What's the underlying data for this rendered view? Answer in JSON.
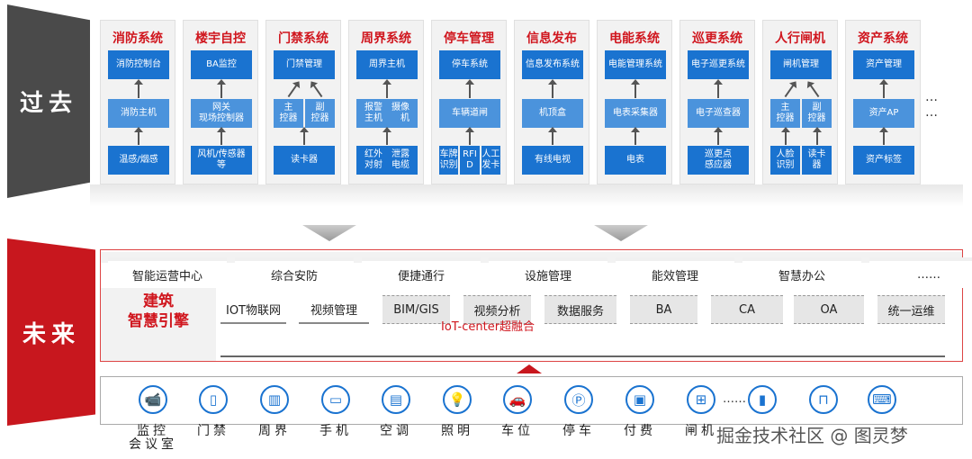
{
  "past_label": "过去",
  "future_label": "未来",
  "legacy_systems": [
    {
      "title": "消防系统",
      "top": "消防控制台",
      "mid": [
        "消防主机"
      ],
      "bottom": [
        "温感/烟感"
      ]
    },
    {
      "title": "楼宇自控",
      "top": "BA监控",
      "mid": [
        "网关\n现场控制器"
      ],
      "bottom": [
        "风机/传感器\n等"
      ]
    },
    {
      "title": "门禁系统",
      "top": "门禁管理",
      "mid": [
        "主\n控器",
        "副\n控器"
      ],
      "bottom": [
        "读卡器"
      ]
    },
    {
      "title": "周界系统",
      "top": "周界主机",
      "mid": [
        "报警　摄像\n主机　　机"
      ],
      "bottom": [
        "红外　泄露\n对射　电缆"
      ]
    },
    {
      "title": "停车管理",
      "top": "停车系统",
      "mid": [
        "车辆道闸"
      ],
      "bottom": [
        "车牌\n识别",
        "RFI\nD",
        "人工\n发卡"
      ]
    },
    {
      "title": "信息发布",
      "top": "信息发布系统",
      "mid": [
        "机顶盒"
      ],
      "bottom": [
        "有线电视"
      ]
    },
    {
      "title": "电能系统",
      "top": "电能管理系统",
      "mid": [
        "电表采集器"
      ],
      "bottom": [
        "电表"
      ]
    },
    {
      "title": "巡更系统",
      "top": "电子巡更系统",
      "mid": [
        "电子巡查器"
      ],
      "bottom": [
        "巡更点\n感应器"
      ]
    },
    {
      "title": "人行闸机",
      "top": "闸机管理",
      "mid": [
        "主\n控器",
        "副\n控器"
      ],
      "bottom": [
        "人脸\n识别",
        "读卡\n器"
      ]
    },
    {
      "title": "资产系统",
      "top": "资产管理",
      "mid": [
        "资产AP"
      ],
      "bottom": [
        "资产标签"
      ]
    }
  ],
  "legacy_more": [
    "…",
    "…"
  ],
  "applications": [
    "智能运营中心",
    "综合安防",
    "便捷通行",
    "设施管理",
    "能效管理",
    "智慧办公",
    "……"
  ],
  "engine_label": "建筑\n智慧引擎",
  "services": [
    "IOT物联网",
    "视频管理",
    "BIM/GIS",
    "视频分析",
    "数据服务",
    "BA",
    "CA",
    "OA",
    "统一运维"
  ],
  "platform_label": "IoT-center超融合",
  "devices": [
    {
      "icon": "camera",
      "label": "监控\n会议室"
    },
    {
      "icon": "door",
      "label": "门禁"
    },
    {
      "icon": "fence",
      "label": "周界"
    },
    {
      "icon": "phone",
      "label": "手机"
    },
    {
      "icon": "air-conditioner",
      "label": "空调"
    },
    {
      "icon": "light-bulb",
      "label": "照明"
    },
    {
      "icon": "car",
      "label": "车位"
    },
    {
      "icon": "parking",
      "label": "停车"
    },
    {
      "icon": "payment-terminal",
      "label": "付费"
    },
    {
      "icon": "turnstile",
      "label": "闸机"
    },
    {
      "icon": "kiosk",
      "label": ""
    },
    {
      "icon": "chair",
      "label": ""
    },
    {
      "icon": "computer",
      "label": ""
    }
  ],
  "devices_more": "……",
  "watermark": "掘金技术社区 @ 图灵梦",
  "colors": {
    "red": "#c8171e",
    "blue": "#1a73d0",
    "dark": "#4a4a4a"
  }
}
